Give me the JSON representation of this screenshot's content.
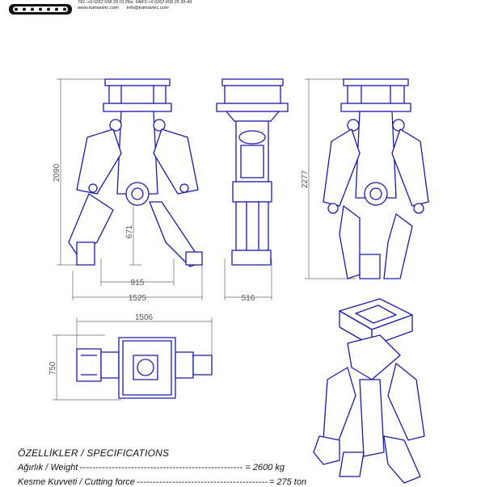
{
  "contact": {
    "phone": "TEL:+9 0262 658 29 01 Pbx. FAKS:+9 0262 658 29 39-49",
    "web": "www.kamavinc.com",
    "email": "info@kamavinc.com"
  },
  "dimensions": {
    "front_height": "2090",
    "jaw_height": "671",
    "jaw_width": "915",
    "front_width": "1525",
    "side_width": "516",
    "open_height": "2277",
    "top_length": "1506",
    "top_width": "750"
  },
  "specs": {
    "title": "ÖZELLİKLER / SPECIFICATIONS",
    "rows": [
      {
        "label": "Ağırlık / Weight",
        "dots": "----------------------------------------------------",
        "value": "= 2600 kg"
      },
      {
        "label": "Kesme Kuvveti / Cutting force",
        "dots": "----------------------------------------------",
        "value": "= 275 ton"
      }
    ]
  },
  "colors": {
    "drawing": "#1a1aa8",
    "dimension": "#666666"
  }
}
